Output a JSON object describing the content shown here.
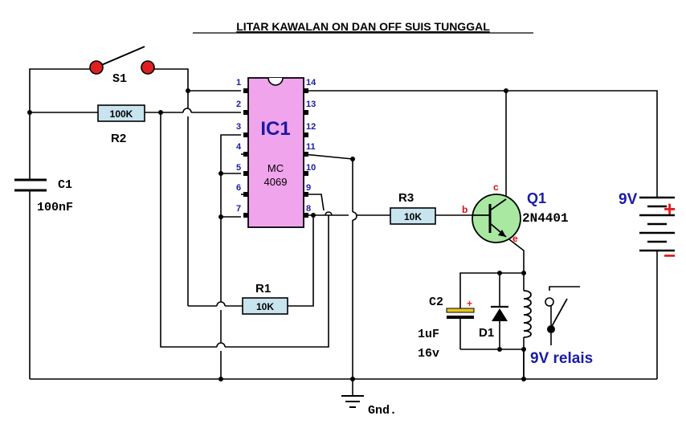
{
  "title": "LITAR KAWALAN ON DAN OFF SUIS TUNGGAL",
  "switch": {
    "label": "S1"
  },
  "r2": {
    "value": "100K",
    "label": "R2"
  },
  "c1": {
    "label": "C1",
    "value": "100nF"
  },
  "ic": {
    "label": "IC1",
    "part": "MC",
    "part_number": "4069",
    "pins_left": [
      "1",
      "2",
      "3",
      "4",
      "5",
      "6",
      "7"
    ],
    "pins_right": [
      "14",
      "13",
      "12",
      "11",
      "10",
      "9",
      "8"
    ]
  },
  "r3": {
    "label": "R3",
    "value": "10K"
  },
  "r1": {
    "label": "R1",
    "value": "10K"
  },
  "q1": {
    "label": "Q1",
    "part": "2N4401",
    "pin_b": "b",
    "pin_c": "c",
    "pin_e": "e"
  },
  "battery": {
    "voltage": "9V",
    "plus": "+",
    "minus": "−"
  },
  "c2": {
    "label": "C2",
    "value": "1uF",
    "voltage": "16v",
    "polarity": "+"
  },
  "d1": {
    "label": "D1"
  },
  "relay": {
    "label": "9V relais"
  },
  "ground": {
    "label": "Gnd."
  },
  "colors": {
    "resistor_fill": "#c8e4ee",
    "ic_fill": "#f0a4ec",
    "transistor_fill": "#a8e8a0",
    "pin_text": "#1a1aa8",
    "wire": "#000000"
  }
}
